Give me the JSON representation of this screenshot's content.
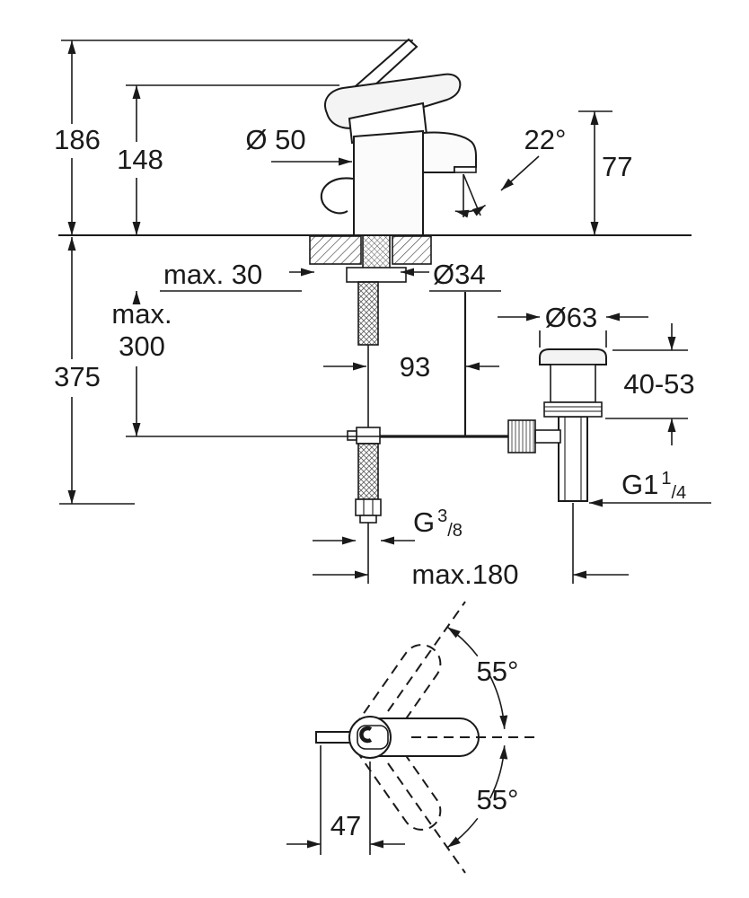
{
  "diagram": {
    "background": "#ffffff",
    "line_color": "#1a1a1a",
    "labels": {
      "overall_height": "186",
      "height_to_deck": "148",
      "body_diameter": "Ø 50",
      "spout_angle": "22°",
      "outlet_height": "77",
      "deck_thickness": "max. 30",
      "hole_diameter": "Ø34",
      "hose_length_line1": "max.",
      "hose_length_line2": "300",
      "overall_depth": "375",
      "rod_offset": "93",
      "waste_diameter": "Ø63",
      "waste_range": "40-53",
      "waste_thread_base": "G1",
      "waste_thread_sup": "1",
      "waste_thread_sub": "/4",
      "supply_thread_base": "G",
      "supply_thread_sup": "3",
      "supply_thread_sub": "/8",
      "center_distance": "max.180",
      "swivel_upper": "55°",
      "swivel_lower": "55°",
      "spout_to_center": "47"
    }
  }
}
